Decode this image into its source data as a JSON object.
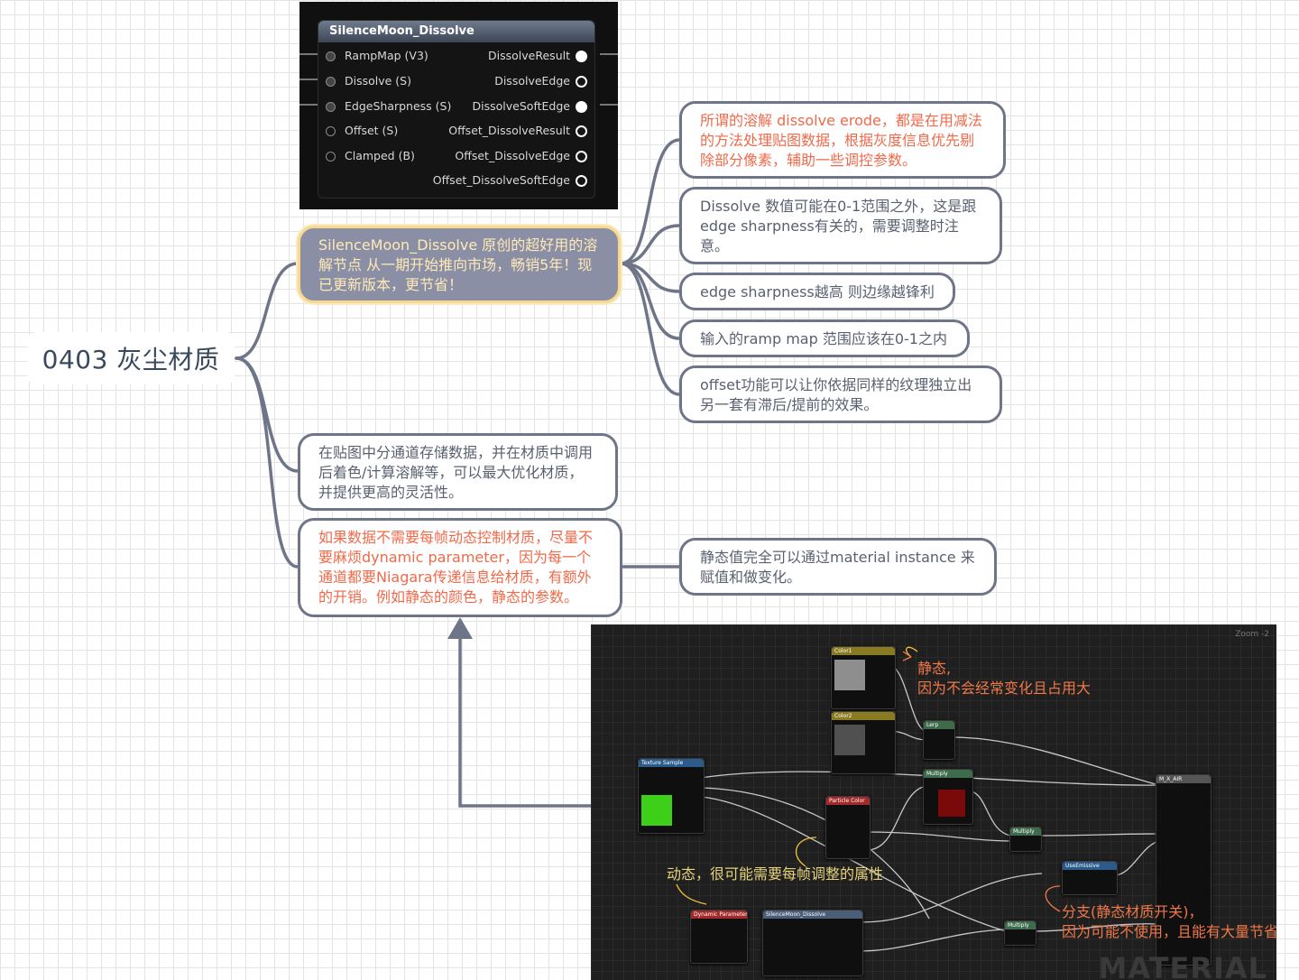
{
  "root": {
    "label": "0403 灰尘材质"
  },
  "ue_node": {
    "title": "SilenceMoon_Dissolve",
    "inputs": [
      "RampMap (V3)",
      "Dissolve (S)",
      "EdgeSharpness (S)",
      "Offset (S)",
      "Clamped (B)"
    ],
    "outputs": [
      "DissolveResult",
      "DissolveEdge",
      "DissolveSoftEdge",
      "Offset_DissolveResult",
      "Offset_DissolveEdge",
      "Offset_DissolveSoftEdge"
    ]
  },
  "central": {
    "text": "SilenceMoon_Dissolve 原创的超好用的溶解节点 从一期开始推向市场，畅销5年！现已更新版本，更节省！"
  },
  "notes": [
    {
      "text": "所谓的溶解 dissolve erode，都是在用减法的方法处理贴图数据，根据灰度信息优先剔除部分像素，辅助一些调控参数。"
    },
    {
      "text": "Dissolve 数值可能在0-1范围之外，这是跟edge sharpness有关的，需要调整时注意。"
    },
    {
      "text": "edge sharpness越高 则边缘越锋利"
    },
    {
      "text": "输入的ramp map 范围应该在0-1之内"
    },
    {
      "text": "offset功能可以让你依据同样的纹理独立出另一套有滞后/提前的效果。"
    }
  ],
  "branch2": {
    "text": "在贴图中分通道存储数据，并在材质中调用后着色/计算溶解等，可以最大优化材质，并提供更高的灵活性。"
  },
  "branch3": {
    "text": "如果数据不需要每帧动态控制材质，尽量不要麻烦dynamic parameter，因为每一个通道都要Niagara传递信息给材质，有额外的开销。例如静态的颜色，静态的参数。"
  },
  "branch3_child": {
    "text": "静态值完全可以通过material instance 来赋值和做变化。"
  },
  "graph": {
    "zoom": "Zoom -2",
    "watermark": "MATERIAL",
    "annotations": {
      "static_title": "静态,",
      "static_desc": "因为不会经常变化且占用大",
      "dynamic": "动态，很可能需要每帧调整的属性",
      "branch_title": "分支(静态材质开关)，",
      "branch_desc": "因为可能不使用，且能有大量节省"
    },
    "nodes": {
      "color1": "Color1",
      "color2": "Color2",
      "lerp": "Lerp",
      "texture": "Texture Sample",
      "multiply1": "Multiply",
      "particle": "Particle Color",
      "multiply2": "Multiply",
      "use_emissive": "UseEmissive",
      "dynamic": "Dynamic Parameter",
      "dissolve": "SilenceMoon_Dissolve",
      "multiply3": "Multiply",
      "result": "M_X_AIR"
    }
  },
  "colors": {
    "node_border": "#6f7589",
    "central_fill": "#8a8fa6",
    "central_border": "#f6d88f",
    "central_text": "#ffe9b5",
    "red_text": "#ef6a4a",
    "gray_text": "#5a6070",
    "root_text": "#3a4a5c"
  }
}
